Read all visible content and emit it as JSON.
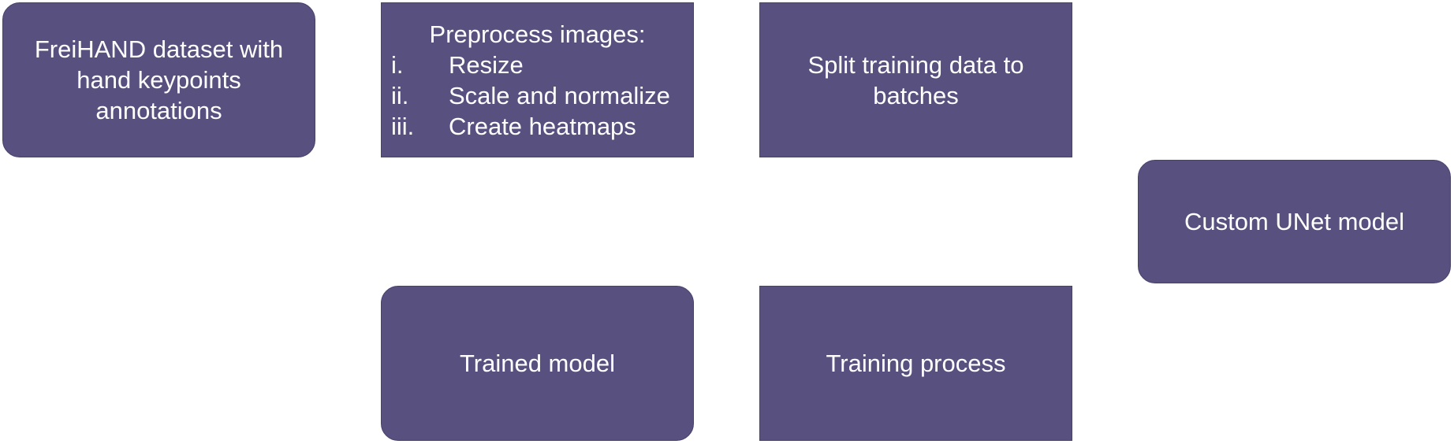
{
  "diagram": {
    "nodes": {
      "dataset": {
        "label": "FreiHAND dataset with hand keypoints annotations"
      },
      "preprocess": {
        "title": "Preprocess images:",
        "steps": [
          {
            "num": "i.",
            "text": "Resize"
          },
          {
            "num": "ii.",
            "text": "Scale and normalize"
          },
          {
            "num": "iii.",
            "text": "Create heatmaps"
          }
        ]
      },
      "split": {
        "label": "Split training data to batches"
      },
      "unet": {
        "label": "Custom UNet model"
      },
      "trained": {
        "label": "Trained model"
      },
      "training": {
        "label": "Training process"
      }
    },
    "colors": {
      "node_fill": "#58517f",
      "node_text": "#ffffff",
      "background": "#ffffff"
    }
  }
}
